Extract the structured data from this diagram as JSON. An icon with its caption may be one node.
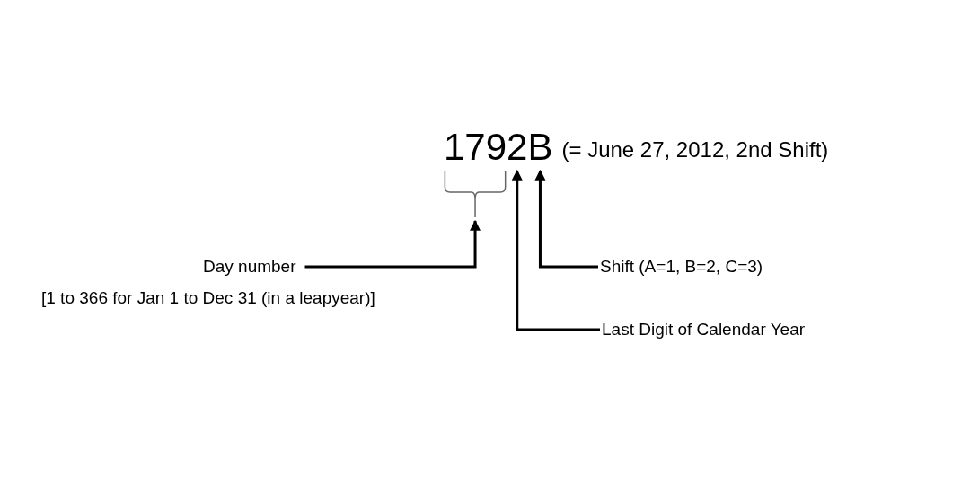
{
  "diagram": {
    "nodes": [
      {
        "text": [
          "179"
        ]
      },
      {
        "text": [
          "2"
        ]
      },
      {
        "text": [
          "B"
        ]
      },
      {
        "text": [
          "Day number"
        ],
        "beside": [
          "[1 to 366 for Jan 1 to Dec 31 (in a leapyear)]"
        ]
      },
      {
        "text": [
          "Shift (A=1, B=2, C=3)"
        ]
      },
      {
        "text": [
          "Last Digit of Calendar Year"
        ]
      }
    ],
    "edges": [
      {
        "from": 3,
        "to": 0,
        "arrow": "to"
      },
      {
        "from": 4,
        "to": 2,
        "arrow": "to"
      },
      {
        "from": 5,
        "to": 1,
        "arrow": "to"
      }
    ],
    "labels": [
      "(= June 27, 2012, 2nd Shift)"
    ]
  }
}
